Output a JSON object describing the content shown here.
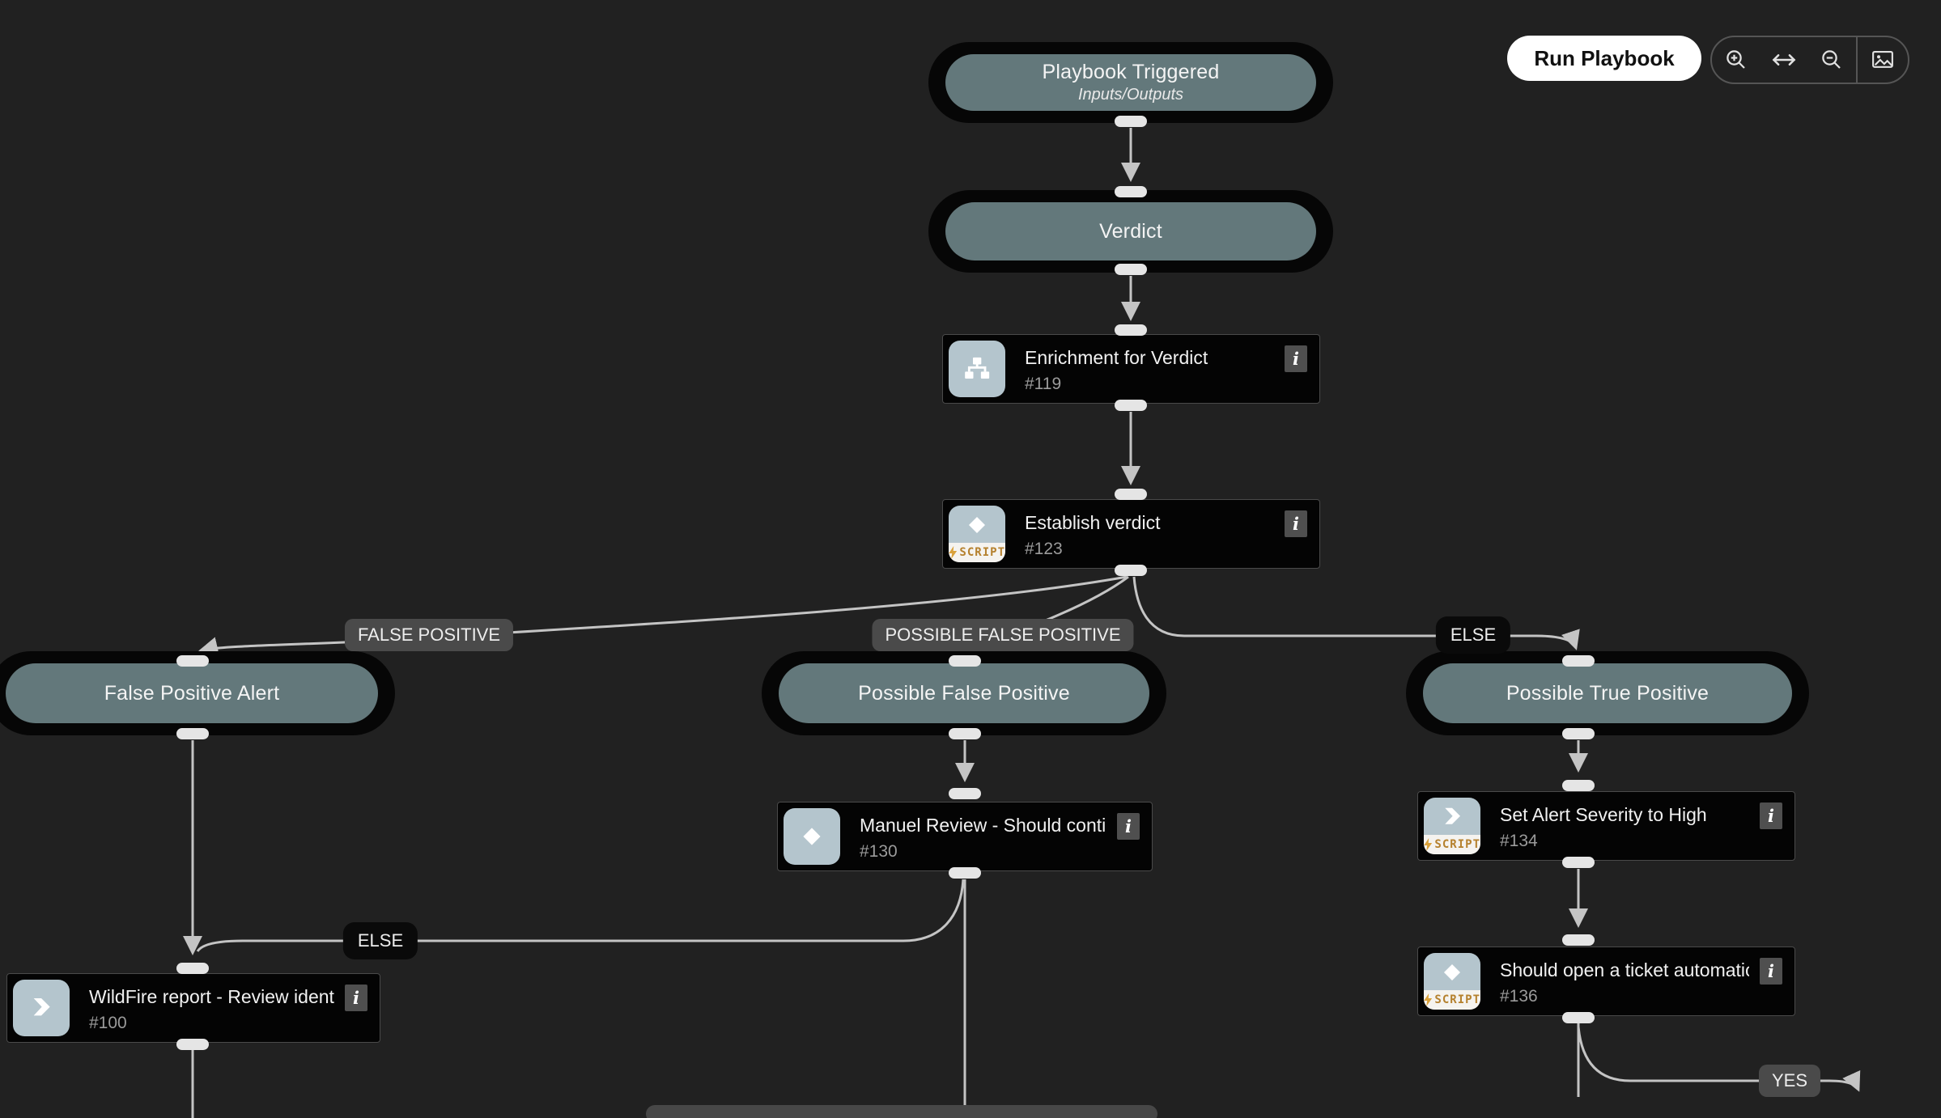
{
  "toolbar": {
    "run_label": "Run Playbook",
    "icons": [
      "zoom-in",
      "fit-width",
      "zoom-out",
      "snapshot"
    ]
  },
  "nodes": {
    "playbook_triggered": {
      "title": "Playbook Triggered",
      "subtitle": "Inputs/Outputs"
    },
    "verdict": {
      "title": "Verdict"
    },
    "enrichment": {
      "title": "Enrichment for Verdict",
      "id": "#119",
      "icon": "sub-playbook"
    },
    "establish": {
      "title": "Establish verdict",
      "id": "#123",
      "icon": "condition-script"
    },
    "false_positive_alert": {
      "title": "False Positive Alert"
    },
    "possible_false_positive": {
      "title": "Possible False Positive"
    },
    "possible_true_positive": {
      "title": "Possible True Positive"
    },
    "manual_review": {
      "title": "Manuel Review - Should continue t...",
      "id": "#130",
      "icon": "condition"
    },
    "set_severity": {
      "title": "Set Alert Severity to High",
      "id": "#134",
      "icon": "automation-script"
    },
    "open_ticket": {
      "title": "Should open a ticket automatically ...",
      "id": "#136",
      "icon": "condition-script"
    },
    "wildfire": {
      "title": "WildFire report - Review identified ...",
      "id": "#100",
      "icon": "automation"
    }
  },
  "branch_labels": {
    "false_positive": "FALSE POSITIVE",
    "possible_false_positive": "POSSIBLE FALSE POSITIVE",
    "else_top": "ELSE",
    "else_left": "ELSE",
    "yes": "YES"
  },
  "badges": {
    "script_label": "SCRIPT",
    "info_glyph": "i"
  },
  "colors": {
    "background": "#212121",
    "stage_fill": "#63787b",
    "stage_ring": "#060606",
    "task_fill": "#040404",
    "icon_fill": "#b4c5cd",
    "script_gold": "#b5812e",
    "label_gray": "#4a4a4a",
    "label_black": "#0a0a0a",
    "edge_gray": "#c4c4c4",
    "connector": "#e5e5e5"
  }
}
